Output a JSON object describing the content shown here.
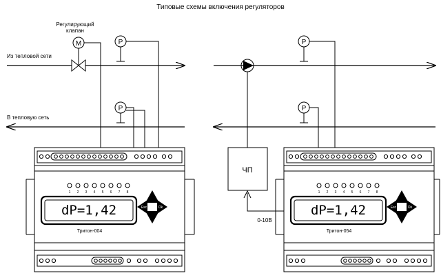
{
  "title": "Типовые схемы включения регуляторов",
  "left": {
    "valve_label_1": "Регулирующий",
    "valve_label_2": "клапан",
    "motor_letter": "M",
    "sensor_letter": "P",
    "supply_label": "Из тепловой сети",
    "return_label": "В тепловую сеть",
    "controller": {
      "display": "dP=1,42",
      "model": "Тритон-004",
      "led_numbers": [
        "1",
        "2",
        "3",
        "4",
        "5",
        "6",
        "7",
        "8"
      ],
      "btn_esc": "Esc",
      "btn_ok": "Ok"
    }
  },
  "right": {
    "sensor_letter": "P",
    "vfd_label": "ЧП",
    "signal_label": "0-10В",
    "controller": {
      "display": "dP=1,42",
      "model": "Тритон-054",
      "led_numbers": [
        "1",
        "2",
        "3",
        "4",
        "5",
        "6",
        "7",
        "8"
      ],
      "btn_esc": "Esc",
      "btn_ok": "Ok"
    }
  }
}
